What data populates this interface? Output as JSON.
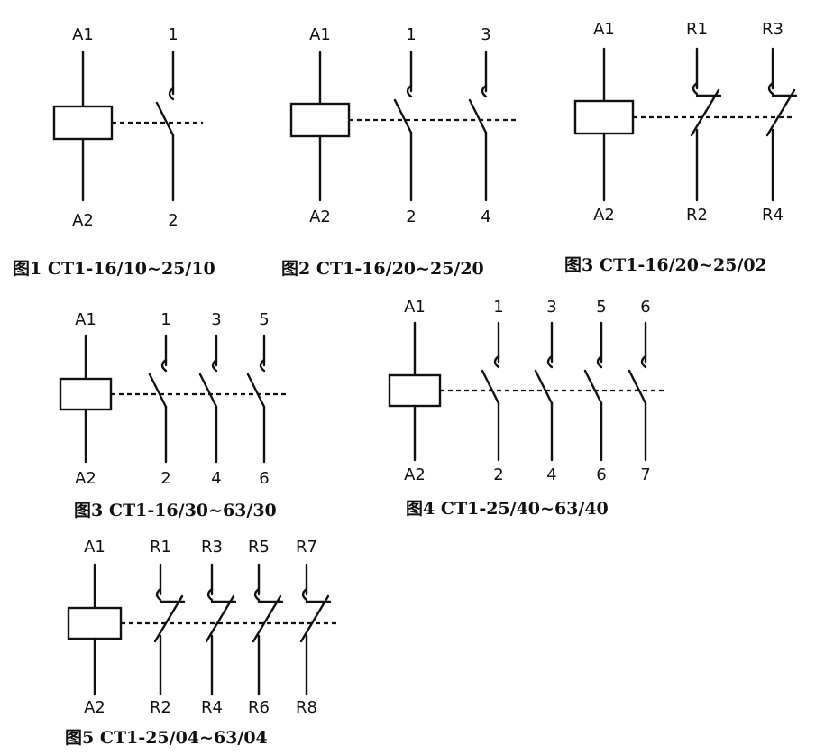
{
  "colors": {
    "ink": "#111111",
    "background": "#ffffff"
  },
  "diagrams": [
    {
      "caption": "图1 CT1-16/10~25/10",
      "coil": {
        "top": "A1",
        "bottom": "A2"
      },
      "contacts": [
        {
          "top": "1",
          "bottom": "2",
          "kind": "NO"
        }
      ]
    },
    {
      "caption": "图2 CT1-16/20~25/20",
      "coil": {
        "top": "A1",
        "bottom": "A2"
      },
      "contacts": [
        {
          "top": "1",
          "bottom": "2",
          "kind": "NO"
        },
        {
          "top": "3",
          "bottom": "4",
          "kind": "NO"
        }
      ]
    },
    {
      "caption": "图3 CT1-16/20~25/02",
      "coil": {
        "top": "A1",
        "bottom": "A2"
      },
      "contacts": [
        {
          "top": "R1",
          "bottom": "R2",
          "kind": "NC"
        },
        {
          "top": "R3",
          "bottom": "R4",
          "kind": "NC"
        }
      ]
    },
    {
      "caption": "图3 CT1-16/30~63/30",
      "coil": {
        "top": "A1",
        "bottom": "A2"
      },
      "contacts": [
        {
          "top": "1",
          "bottom": "2",
          "kind": "NO"
        },
        {
          "top": "3",
          "bottom": "4",
          "kind": "NO"
        },
        {
          "top": "5",
          "bottom": "6",
          "kind": "NO"
        }
      ]
    },
    {
      "caption": "图4 CT1-25/40~63/40",
      "coil": {
        "top": "A1",
        "bottom": "A2"
      },
      "contacts": [
        {
          "top": "1",
          "bottom": "2",
          "kind": "NO"
        },
        {
          "top": "3",
          "bottom": "4",
          "kind": "NO"
        },
        {
          "top": "5",
          "bottom": "6",
          "kind": "NO"
        },
        {
          "top": "6",
          "bottom": "7",
          "kind": "NO"
        }
      ]
    },
    {
      "caption": "图5 CT1-25/04~63/04",
      "coil": {
        "top": "A1",
        "bottom": "A2"
      },
      "contacts": [
        {
          "top": "R1",
          "bottom": "R2",
          "kind": "NC"
        },
        {
          "top": "R3",
          "bottom": "R4",
          "kind": "NC"
        },
        {
          "top": "R5",
          "bottom": "R6",
          "kind": "NC"
        },
        {
          "top": "R7",
          "bottom": "R8",
          "kind": "NC"
        }
      ]
    }
  ]
}
